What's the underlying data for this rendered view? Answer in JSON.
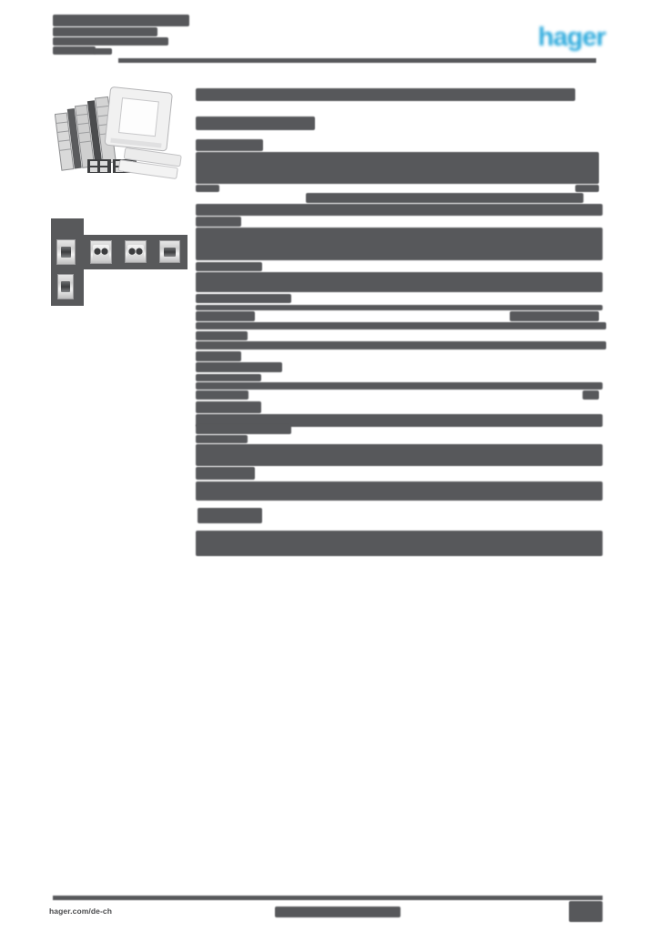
{
  "brand": {
    "logo_text": "hager"
  },
  "footer": {
    "website": "hager.com/de-ch"
  },
  "colors": {
    "logo_blue": "#2BA9DC",
    "redaction_gray": "#57585B",
    "board_gray": "#58595B",
    "page_background": "#FFFFFF"
  },
  "icons": [
    "product-photo",
    "accessory-thumbnail-1",
    "accessory-thumbnail-2",
    "accessory-thumbnail-3",
    "accessory-thumbnail-4",
    "accessory-thumbnail-5"
  ],
  "redaction_groups": [
    {
      "name": "header-text-line",
      "bars": [
        [
          58,
          16,
          150,
          13
        ],
        [
          58,
          30,
          115,
          10
        ],
        [
          58,
          41,
          127,
          9
        ],
        [
          58,
          51,
          47,
          9
        ],
        [
          103,
          53,
          20,
          7
        ]
      ]
    },
    {
      "name": "content-text-line",
      "bars": [
        [
          215,
          97,
          417,
          14
        ],
        [
          215,
          128,
          131,
          15
        ],
        [
          215,
          153,
          74,
          13
        ],
        [
          215,
          167,
          443,
          35
        ],
        [
          215,
          203,
          26,
          8
        ],
        [
          632,
          203,
          26,
          8
        ],
        [
          336,
          212,
          305,
          11
        ],
        [
          215,
          224,
          447,
          13
        ],
        [
          215,
          238,
          50,
          11
        ],
        [
          215,
          250,
          447,
          36
        ],
        [
          215,
          288,
          73,
          10
        ],
        [
          215,
          299,
          447,
          22
        ],
        [
          215,
          323,
          105,
          10
        ],
        [
          215,
          335,
          447,
          6
        ],
        [
          215,
          342,
          65,
          11
        ],
        [
          560,
          342,
          98,
          11
        ],
        [
          215,
          354,
          451,
          8
        ],
        [
          215,
          364,
          57,
          10
        ],
        [
          215,
          375,
          451,
          9
        ],
        [
          215,
          386,
          50,
          11
        ],
        [
          215,
          398,
          95,
          11
        ],
        [
          215,
          411,
          72,
          8
        ],
        [
          215,
          420,
          447,
          8
        ],
        [
          215,
          429,
          58,
          10
        ],
        [
          640,
          429,
          18,
          10
        ],
        [
          215,
          441,
          72,
          13
        ],
        [
          215,
          455,
          447,
          14
        ],
        [
          215,
          466,
          105,
          11
        ],
        [
          215,
          478,
          57,
          9
        ],
        [
          215,
          488,
          447,
          24
        ],
        [
          215,
          513,
          65,
          14
        ],
        [
          215,
          529,
          447,
          21
        ],
        [
          217,
          558,
          71,
          17
        ],
        [
          215,
          583,
          447,
          28
        ]
      ]
    },
    {
      "name": "footer-text-line",
      "bars": [
        [
          302,
          996,
          138,
          12
        ],
        [
          625,
          990,
          37,
          23
        ]
      ]
    }
  ]
}
